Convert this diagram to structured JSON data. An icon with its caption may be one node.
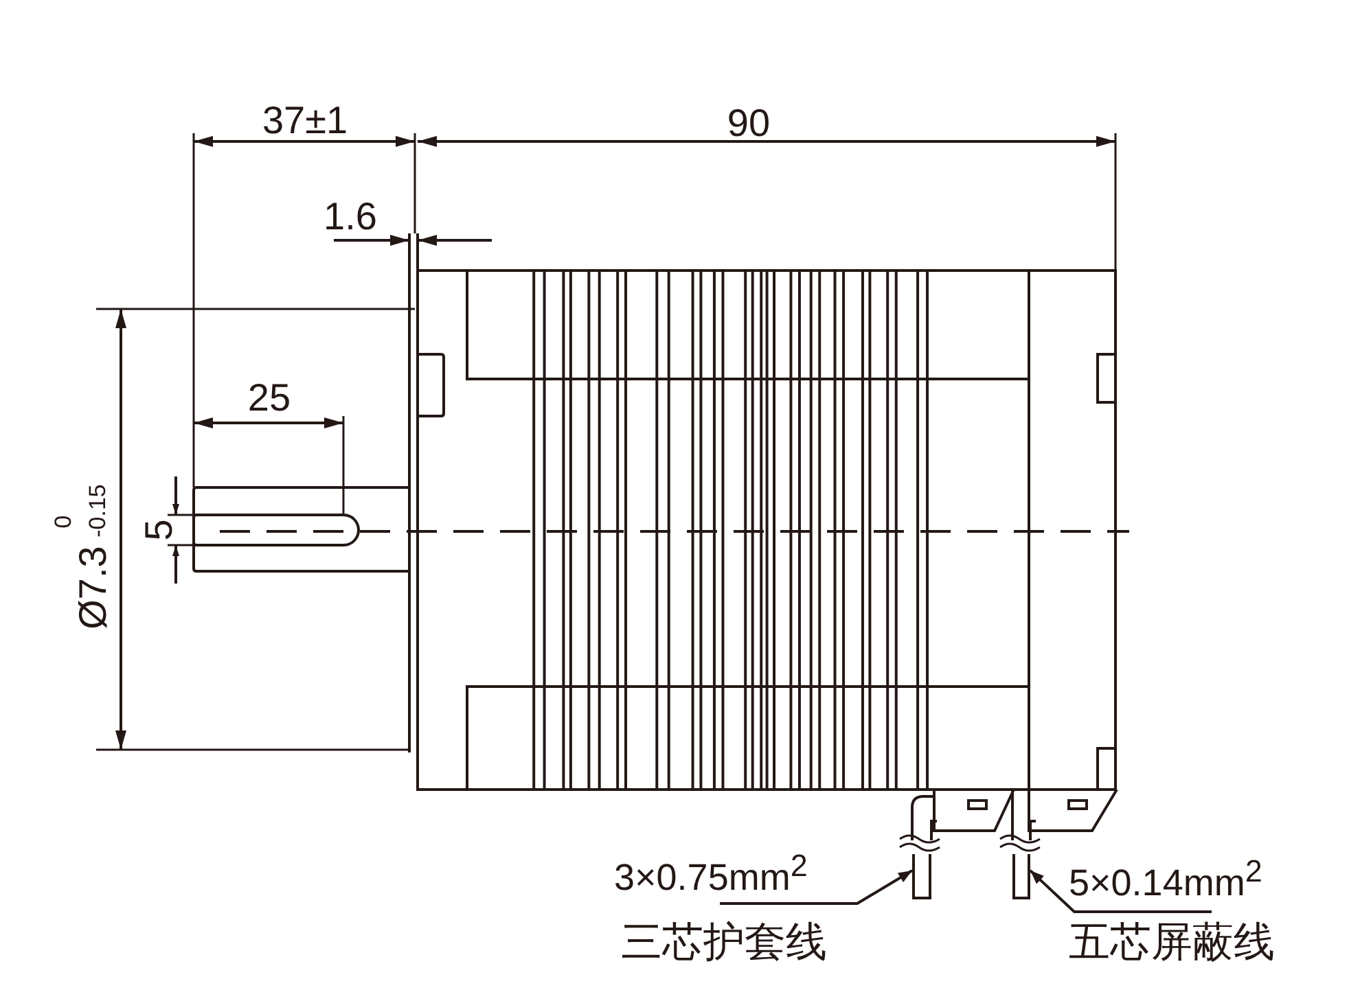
{
  "diagram": {
    "nodes": [
      {
        "text": [
          "3×0.75mm$^{2}$",
          "三芯护套线"
        ]
      },
      {
        "text": [],
        "shape": "bar"
      },
      {
        "text": [
          "5×0.14mm$^{2}$",
          "五芯屏蔽线"
        ]
      },
      {
        "text": [],
        "shape": "bar"
      }
    ],
    "edges": [
      {
        "from": 0,
        "to": 1,
        "arrow": "to"
      },
      {
        "from": 2,
        "to": 3,
        "arrow": "to"
      }
    ],
    "labels": [
      "37±1",
      "90",
      "1.6",
      "25",
      "0",
      "-0.15",
      "Ø7.3",
      "5"
    ]
  }
}
